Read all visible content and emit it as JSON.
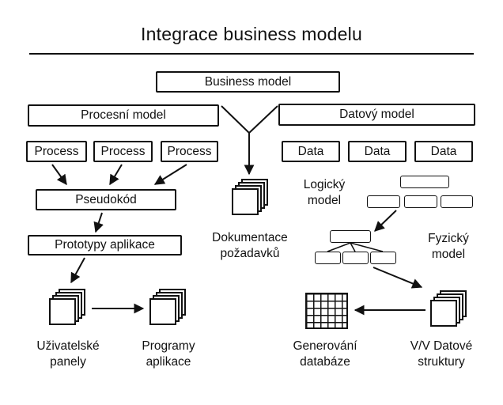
{
  "title": "Integrace business modelu",
  "nodes": {
    "business_model": "Business model",
    "procesni_model": "Procesní model",
    "datovy_model": "Datový model",
    "process_1": "Process",
    "process_2": "Process",
    "process_3": "Process",
    "data_1": "Data",
    "data_2": "Data",
    "data_3": "Data",
    "pseudokod": "Pseudokód",
    "prototypy_aplikace": "Prototypy aplikace"
  },
  "labels": {
    "dokumentace_pozadavku": "Dokumentace požadavků",
    "logicky_model": "Logický model",
    "fyzicky_model": "Fyzický model",
    "uzivatelske_panely": "Uživatelské panely",
    "programy_aplikace": "Programy aplikace",
    "generovani_databaze": "Generování databáze",
    "vv_datove_struktury": "V/V Datové struktury"
  },
  "icons": {
    "dokumentace_pozadavku": "document-stack-icon",
    "uzivatelske_panely": "document-stack-icon",
    "programy_aplikace": "document-stack-icon",
    "vv_datove_struktury": "document-stack-icon",
    "generovani_databaze": "database-grid-icon"
  },
  "connections": [
    {
      "from": "procesni_model / datovy_model",
      "to": "dokumentace_pozadavku"
    },
    {
      "from": "process_1",
      "to": "pseudokod"
    },
    {
      "from": "process_2",
      "to": "pseudokod"
    },
    {
      "from": "process_3",
      "to": "pseudokod"
    },
    {
      "from": "pseudokod",
      "to": "prototypy_aplikace"
    },
    {
      "from": "prototypy_aplikace",
      "to": "uzivatelske_panely"
    },
    {
      "from": "uzivatelske_panely",
      "to": "programy_aplikace"
    },
    {
      "from": "logicky_model",
      "to": "fyzicky_model"
    },
    {
      "from": "fyzicky_model",
      "to": "vv_datove_struktury"
    },
    {
      "from": "vv_datove_struktury",
      "to": "generovani_databaze"
    }
  ],
  "colors": {
    "background": "#ffffff",
    "stroke": "#111111",
    "text": "#111111"
  }
}
